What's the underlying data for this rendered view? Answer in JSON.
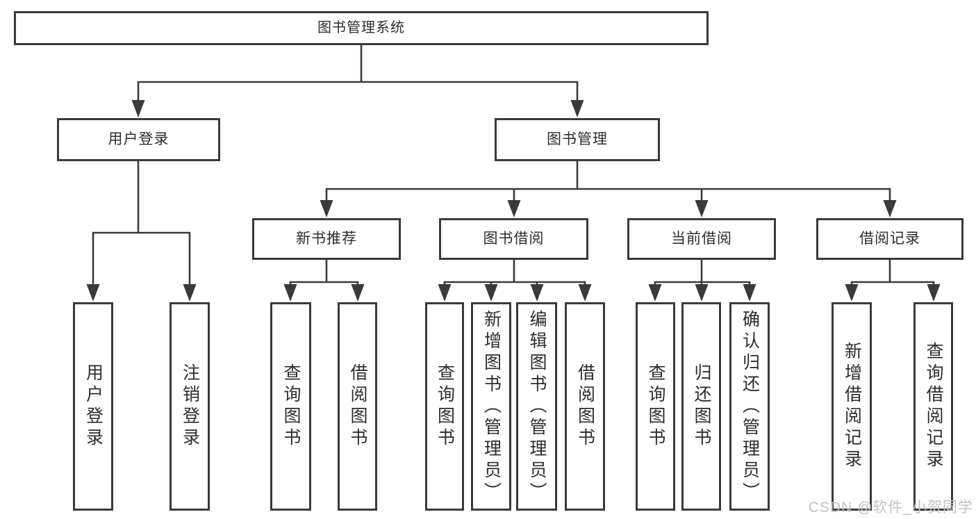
{
  "diagram": {
    "title": "图书管理系统",
    "children": [
      {
        "label": "用户登录",
        "children": [
          {
            "label": "用户登录"
          },
          {
            "label": "注销登录"
          }
        ]
      },
      {
        "label": "图书管理",
        "children": [
          {
            "label": "新书推荐",
            "children": [
              {
                "label": "查询图书"
              },
              {
                "label": "借阅图书"
              }
            ]
          },
          {
            "label": "图书借阅",
            "children": [
              {
                "label": "查询图书"
              },
              {
                "label": "新增图书（管理员）"
              },
              {
                "label": "编辑图书（管理员）"
              },
              {
                "label": "借阅图书"
              }
            ]
          },
          {
            "label": "当前借阅",
            "children": [
              {
                "label": "查询图书"
              },
              {
                "label": "归还图书"
              },
              {
                "label": "确认归还（管理员）"
              }
            ]
          },
          {
            "label": "借阅记录",
            "children": [
              {
                "label": "新增借阅记录"
              },
              {
                "label": "查询借阅记录"
              }
            ]
          }
        ]
      }
    ]
  },
  "watermark": {
    "text": "CSDN @软件_小贺同学"
  },
  "colors": {
    "line": "#3a3a3a",
    "text": "#2d2d2d",
    "box_bg": "#ffffff",
    "watermark": "#c2c2c2",
    "background": "#ffffff"
  }
}
